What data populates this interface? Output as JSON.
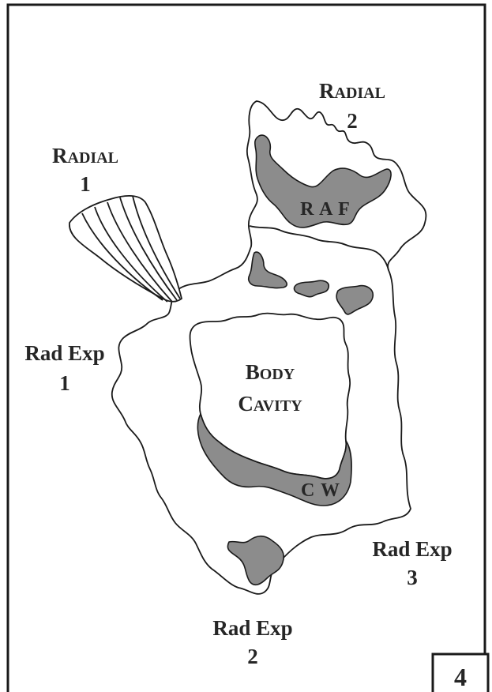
{
  "labels": {
    "radial_1": {
      "word_first": "R",
      "word_rest": "ADIAL",
      "number": "1"
    },
    "radial_2": {
      "word_first": "R",
      "word_rest": "ADIAL",
      "number": "2"
    },
    "rad_exp_1": {
      "text": "Rad Exp",
      "number": "1"
    },
    "rad_exp_2": {
      "text": "Rad Exp",
      "number": "2"
    },
    "rad_exp_3": {
      "text": "Rad Exp",
      "number": "3"
    },
    "body_cavity": {
      "line1_first": "B",
      "line1_rest": "ODY",
      "line2_first": "C",
      "line2_rest": "AVITY"
    },
    "raf": "R A F",
    "cw": "C W",
    "panel_number": "4"
  },
  "colors": {
    "frame": "#1a1a1a",
    "shaded_tissue": "#8c8c8c",
    "text": "#262626"
  }
}
